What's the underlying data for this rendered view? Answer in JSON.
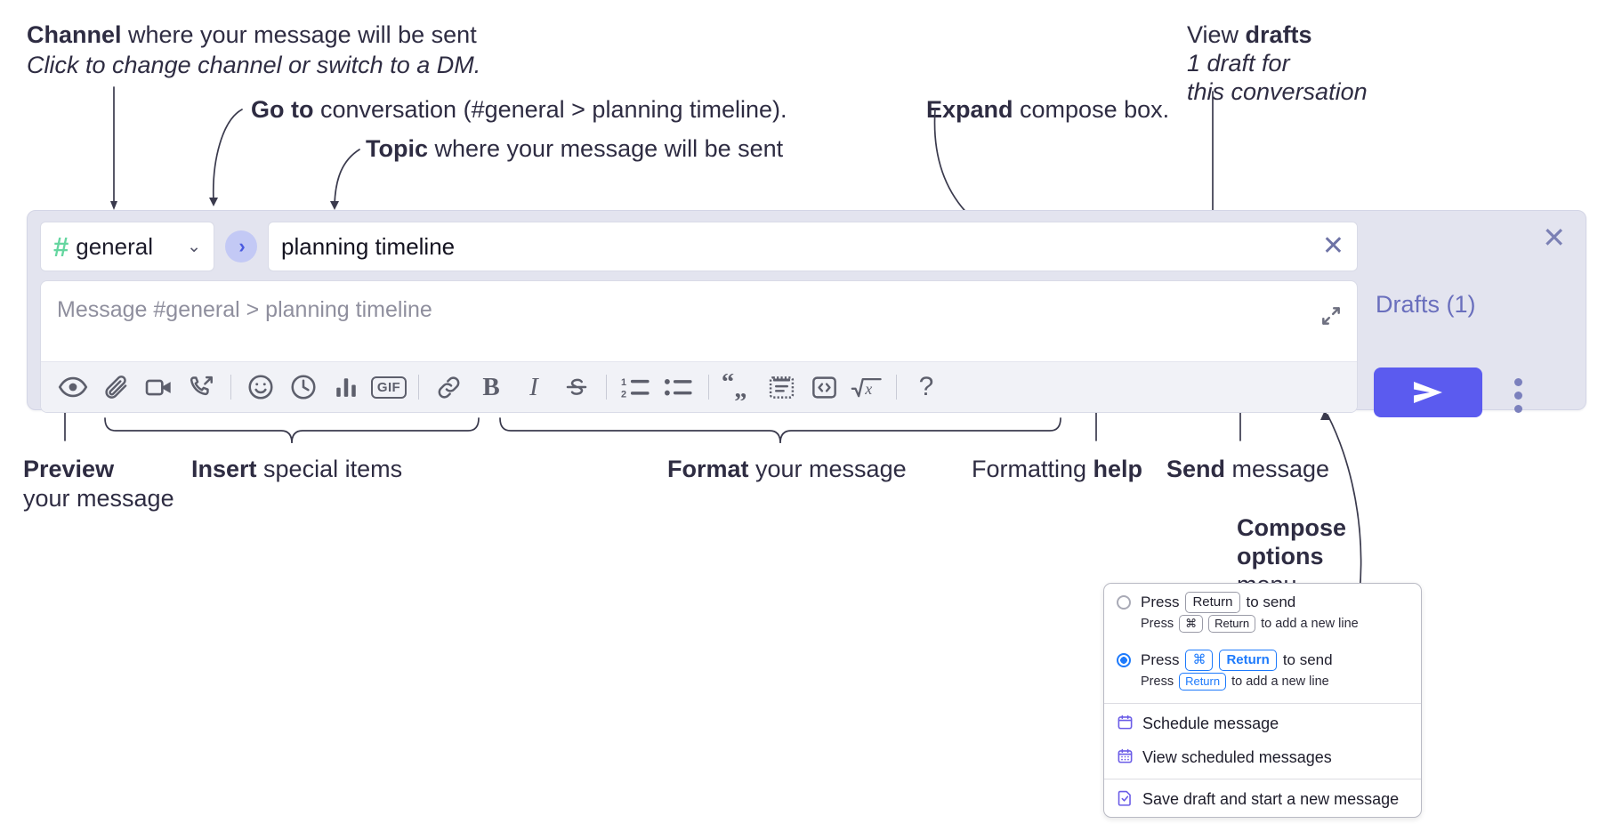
{
  "annotations": {
    "channel": {
      "bold": "Channel",
      "rest": " where your message will be sent",
      "italic": "Click to change channel or switch to a DM."
    },
    "goto": {
      "bold": "Go to",
      "rest": " conversation (#general > planning timeline)."
    },
    "topic": {
      "bold": "Topic",
      "rest": " where your message will be sent"
    },
    "expand": {
      "bold": "Expand",
      "rest": " compose box."
    },
    "drafts": {
      "pre": "View ",
      "bold": "drafts",
      "italic1": "1 draft for",
      "italic2": "this conversation"
    },
    "preview": {
      "bold": "Preview",
      "line2": "your message"
    },
    "insert": {
      "bold": "Insert",
      "rest": " special items"
    },
    "format": {
      "bold": "Format",
      "rest": " your message"
    },
    "help": {
      "pre": "Formatting ",
      "bold": "help"
    },
    "send": {
      "bold": "Send",
      "rest": " message"
    },
    "compose_options": {
      "bold1": "Compose",
      "bold2": "options",
      "rest": "menu"
    }
  },
  "compose": {
    "channel": {
      "hash": "#",
      "name": "general",
      "chevron": "⌄"
    },
    "goto_arrow": "›",
    "topic": {
      "value": "planning timeline",
      "clear": "✕"
    },
    "message": {
      "placeholder": "Message #general > planning timeline"
    },
    "toolbar": [
      {
        "name": "preview-icon",
        "label": "Preview"
      },
      {
        "name": "attachment-icon",
        "label": "Attach file"
      },
      {
        "name": "video-icon",
        "label": "Record video clip"
      },
      {
        "name": "audio-call-icon",
        "label": "Record audio clip"
      },
      {
        "name": "emoji-icon",
        "label": "Emoji"
      },
      {
        "name": "clock-icon",
        "label": "Reminder"
      },
      {
        "name": "poll-icon",
        "label": "Poll"
      },
      {
        "name": "gif-icon",
        "label": "GIF"
      },
      {
        "name": "link-icon",
        "label": "Link"
      },
      {
        "name": "bold-icon",
        "label": "B"
      },
      {
        "name": "italic-icon",
        "label": "I"
      },
      {
        "name": "strikethrough-icon",
        "label": "S"
      },
      {
        "name": "ordered-list-icon",
        "label": "Ordered list"
      },
      {
        "name": "bulleted-list-icon",
        "label": "Bulleted list"
      },
      {
        "name": "blockquote-icon",
        "label": "Blockquote"
      },
      {
        "name": "code-block-icon",
        "label": "Code block"
      },
      {
        "name": "code-icon",
        "label": "Code"
      },
      {
        "name": "math-icon",
        "label": "Math"
      },
      {
        "name": "help-icon",
        "label": "?"
      }
    ],
    "rail": {
      "close": "✕",
      "drafts_label": "Drafts (1)",
      "send_label": "Send"
    }
  },
  "menu": {
    "option_return": {
      "pre": "Press",
      "key": "Return",
      "post": "to send",
      "selected": false
    },
    "option_return_sub": {
      "pre": "Press",
      "key1": "⌘",
      "key2": "Return",
      "post": "to add a new line"
    },
    "option_cmd_return": {
      "pre": "Press",
      "key1": "⌘",
      "key2": "Return",
      "post": "to send",
      "selected": true
    },
    "option_cmd_return_sub": {
      "pre": "Press",
      "key": "Return",
      "post": "to add a new line"
    },
    "items": [
      {
        "icon": "calendar-icon",
        "label": "Schedule message"
      },
      {
        "icon": "calendar-grid-icon",
        "label": "View scheduled messages"
      },
      {
        "icon": "save-draft-icon",
        "label": "Save draft and start a new message"
      }
    ]
  },
  "colors": {
    "accent": "#5b5bef",
    "compose_bg": "#e3e4ef",
    "hash_green": "#65d6a0",
    "drafts_text": "#6a6fbd",
    "key_blue": "#1d7afc"
  }
}
